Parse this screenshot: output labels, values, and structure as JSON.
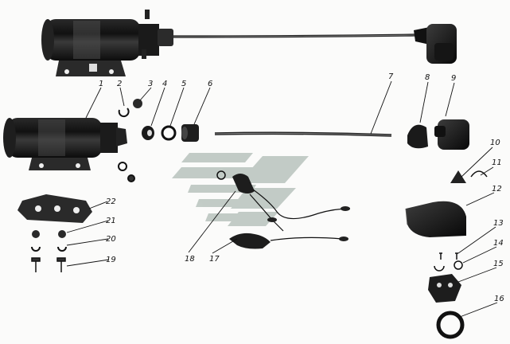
{
  "figure": {
    "watermark_color": "#b9c3bd",
    "ink_color": "#111111",
    "callouts": [
      {
        "id": "c1",
        "label": "1"
      },
      {
        "id": "c2",
        "label": "2"
      },
      {
        "id": "c3",
        "label": "3"
      },
      {
        "id": "c4",
        "label": "4"
      },
      {
        "id": "c5",
        "label": "5"
      },
      {
        "id": "c6",
        "label": "6"
      },
      {
        "id": "c7",
        "label": "7"
      },
      {
        "id": "c8",
        "label": "8"
      },
      {
        "id": "c9",
        "label": "9"
      },
      {
        "id": "c10",
        "label": "10"
      },
      {
        "id": "c11",
        "label": "11"
      },
      {
        "id": "c12",
        "label": "12"
      },
      {
        "id": "c13",
        "label": "13"
      },
      {
        "id": "c14",
        "label": "14"
      },
      {
        "id": "c15",
        "label": "15"
      },
      {
        "id": "c16",
        "label": "16"
      },
      {
        "id": "c17",
        "label": "17"
      },
      {
        "id": "c18",
        "label": "18"
      },
      {
        "id": "c19",
        "label": "19"
      },
      {
        "id": "c20",
        "label": "20"
      },
      {
        "id": "c21",
        "label": "21"
      },
      {
        "id": "c22",
        "label": "22"
      }
    ]
  }
}
